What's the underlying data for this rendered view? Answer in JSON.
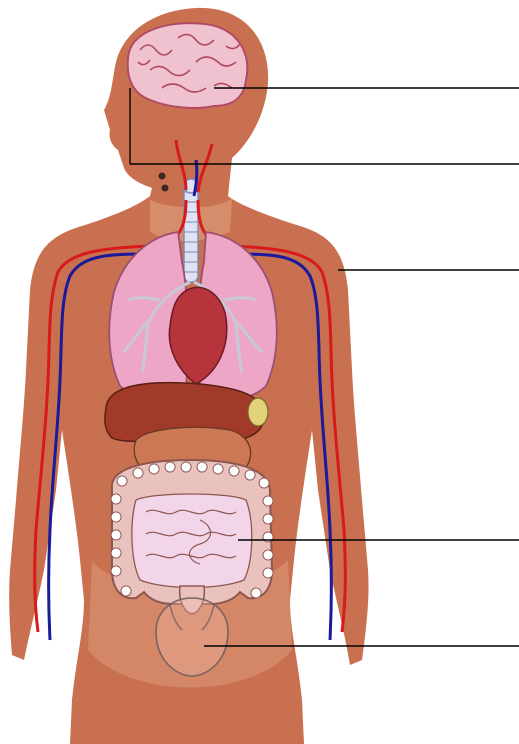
{
  "diagram": {
    "subject": "human-body-organ-systems",
    "colors": {
      "background": "#ffffff",
      "skin": "#c8704f",
      "skin_light": "#e2a585",
      "brain": "#f0c2cf",
      "brain_outline": "#b24a66",
      "artery": "#d81a1a",
      "vein": "#1a1a9c",
      "lung": "#eda6c6",
      "lung_outline": "#9a4f73",
      "heart": "#b8343d",
      "liver": "#a23a2a",
      "stomach": "#cd7854",
      "gallbladder": "#e2d27a",
      "intestine": "#e9c2be",
      "small_intestine": "#f3d5ea",
      "bladder": "#f1b8a8",
      "trachea": "#dfe3f3",
      "leader_line": "#000000"
    },
    "leader_lines": [
      {
        "id": "brain",
        "target": "brain"
      },
      {
        "id": "spinal-cord",
        "target": "spinal-cord"
      },
      {
        "id": "blood-vessels",
        "target": "blood-vessels"
      },
      {
        "id": "intestines",
        "target": "intestines"
      },
      {
        "id": "bladder",
        "target": "bladder"
      }
    ]
  }
}
